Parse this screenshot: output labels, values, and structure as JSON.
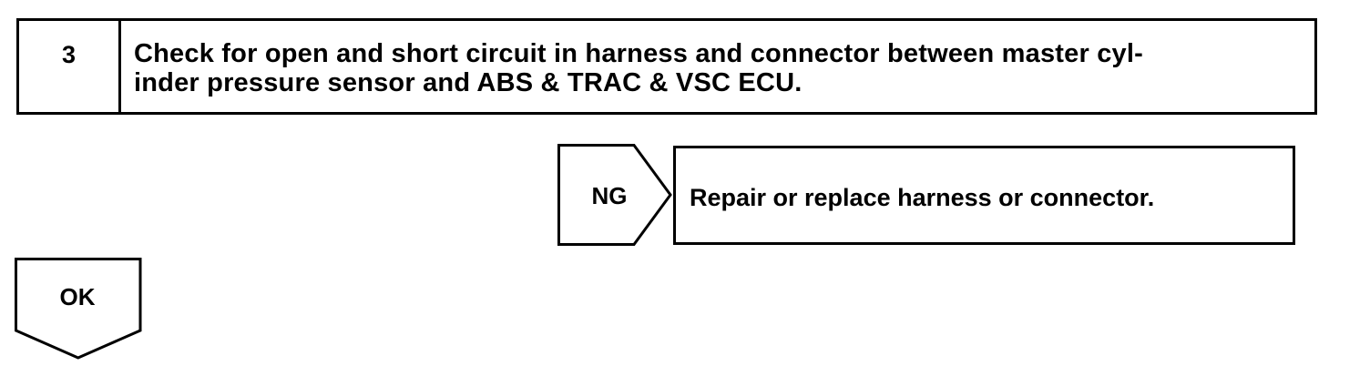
{
  "step": {
    "number": "3",
    "text_line1": "Check for open and short circuit in harness and connector between master cyl-",
    "text_line2": "inder pressure sensor and ABS & TRAC & VSC ECU."
  },
  "ng": {
    "label": "NG",
    "result": "Repair or replace harness or connector."
  },
  "ok": {
    "label": "OK"
  }
}
